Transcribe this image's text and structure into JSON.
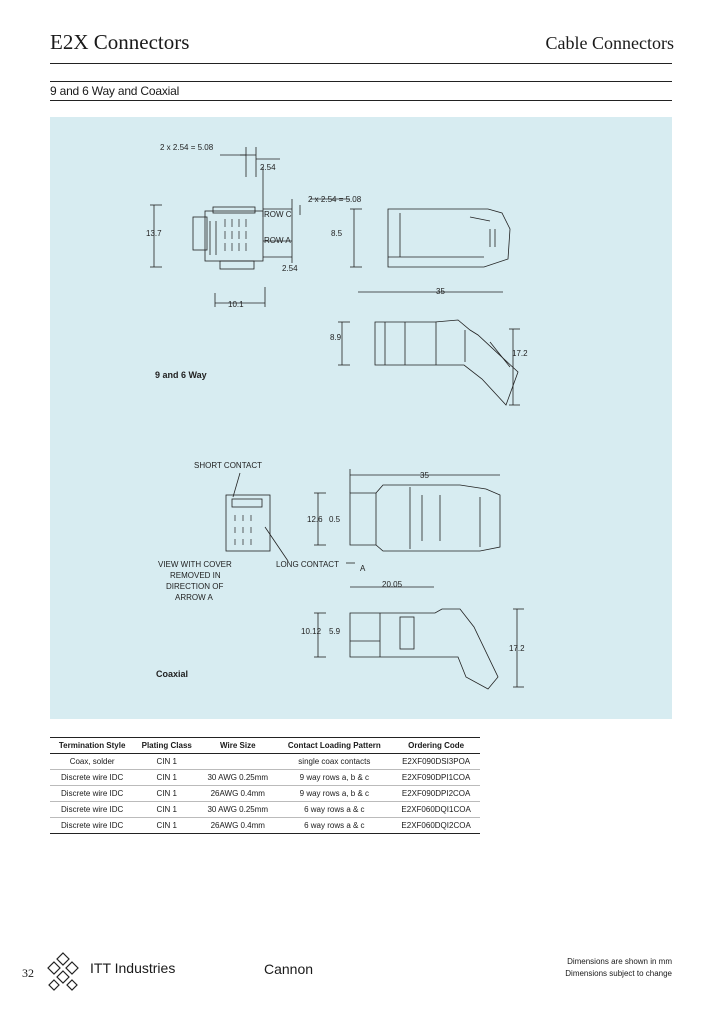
{
  "header": {
    "title_left": "E2X Connectors",
    "title_right": "Cable Connectors"
  },
  "section": {
    "title": "9 and 6 Way and Coaxial"
  },
  "drawing": {
    "top_labels": {
      "dim_pitch_top": "2 x 2.54 = 5.08",
      "dim_254_top": "2.54",
      "dim_pitch_right": "2 x 2.54 = 5.08",
      "row_c": "ROW C",
      "row_a": "ROW A",
      "dim_137": "13.7",
      "dim_85": "8.5",
      "dim_254_bottom": "2.54",
      "dim_101": "10.1",
      "dim_35": "35",
      "dim_89": "8.9",
      "dim_172": "17.2",
      "caption": "9 and 6 Way"
    },
    "bottom_labels": {
      "short_contact": "SHORT CONTACT",
      "long_contact": "LONG CONTACT",
      "view_note_1": "VIEW WITH COVER",
      "view_note_2": "REMOVED IN",
      "view_note_3": "DIRECTION OF",
      "view_note_4": "ARROW A",
      "dim_35": "35",
      "dim_126": "12.6",
      "dim_05": "0.5",
      "arrow_a": "A",
      "dim_2005": "20.05",
      "dim_1012": "10.12",
      "dim_59": "5.9",
      "dim_172": "17.2",
      "caption": "Coaxial"
    }
  },
  "table": {
    "headers": [
      "Termination Style",
      "Plating Class",
      "Wire Size",
      "Contact Loading Pattern",
      "Ordering Code"
    ],
    "rows": [
      [
        "Coax, solder",
        "CIN 1",
        "",
        "single coax contacts",
        "E2XF090DSI3POA"
      ],
      [
        "Discrete wire IDC",
        "CIN 1",
        "30 AWG 0.25mm",
        "9 way rows a, b & c",
        "E2XF090DPI1COA"
      ],
      [
        "Discrete wire IDC",
        "CIN 1",
        "26AWG 0.4mm",
        "9 way rows a, b & c",
        "E2XF090DPI2COA"
      ],
      [
        "Discrete wire IDC",
        "CIN 1",
        "30 AWG 0.25mm",
        "6 way rows a & c",
        "E2XF060DQI1COA"
      ],
      [
        "Discrete wire IDC",
        "CIN 1",
        "26AWG 0.4mm",
        "6 way rows a & c",
        "E2XF060DQI2COA"
      ]
    ]
  },
  "footer": {
    "page_number": "32",
    "brand": "ITT Industries",
    "product_line": "Cannon",
    "note_1": "Dimensions are shown in mm",
    "note_2": "Dimensions subject to change"
  }
}
